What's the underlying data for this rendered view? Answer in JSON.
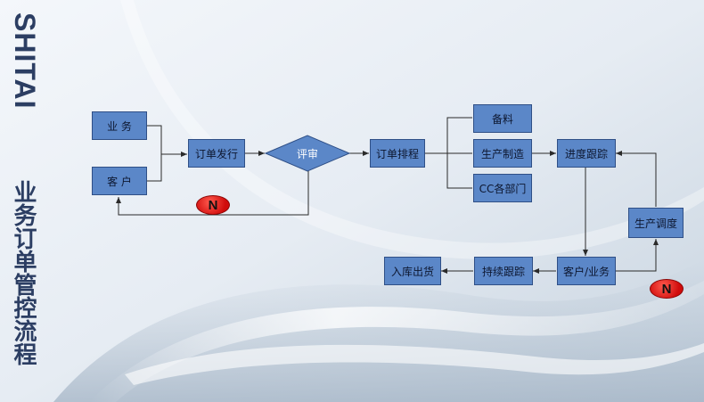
{
  "brand": {
    "name": "SHITAI",
    "title": "业务订单管控流程"
  },
  "colors": {
    "box_fill": "#5b87c8",
    "box_border": "#2f4f86",
    "diamond_fill": "#5b87c8",
    "line": "#2a2a2a",
    "reject_badge": "#e01515"
  },
  "nodes": {
    "business": "业 务",
    "customer": "客 户",
    "order_issue": "订单发行",
    "review": "评审",
    "order_schedule": "订单排程",
    "material_prep": "备料",
    "production": "生产制造",
    "cc_departments": "CC各部门",
    "progress_tracking": "进度跟踪",
    "production_dispatch": "生产调度",
    "customer_business": "客户/业务",
    "continuous_tracking": "持续跟踪",
    "warehouse_shipment": "入库出货"
  },
  "badges": {
    "reject_1": "N",
    "reject_2": "N"
  }
}
